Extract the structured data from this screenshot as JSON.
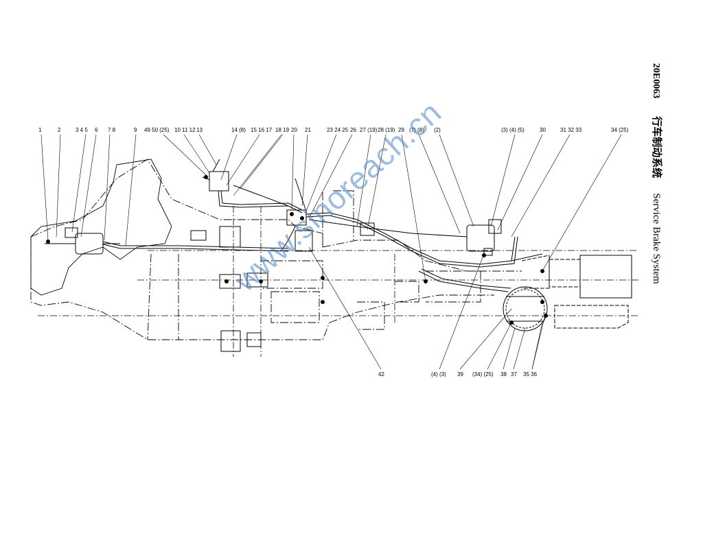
{
  "document": {
    "code": "20E0063",
    "title_cn": "行车制动系统",
    "title_en": "Service Brake System"
  },
  "watermark": "www.sinoreach.cn",
  "callouts_top": [
    "1",
    "2",
    "3 4 5",
    "6",
    "7 8",
    "9",
    "49 50 (25)",
    "10 11 12",
    "13",
    "14 (8)",
    "15 16 17",
    "18 19",
    "20",
    "21",
    "23 24 25",
    "26",
    "27 (19)",
    "28 (19)",
    "29",
    "(7) (8)",
    "(2)",
    "(3) (4) (5)",
    "30",
    "31 32 33",
    "34 (25)"
  ],
  "callouts_bottom": [
    "42",
    "(4) (3)",
    "39",
    "(34) (25)",
    "38",
    "37",
    "35 36"
  ]
}
